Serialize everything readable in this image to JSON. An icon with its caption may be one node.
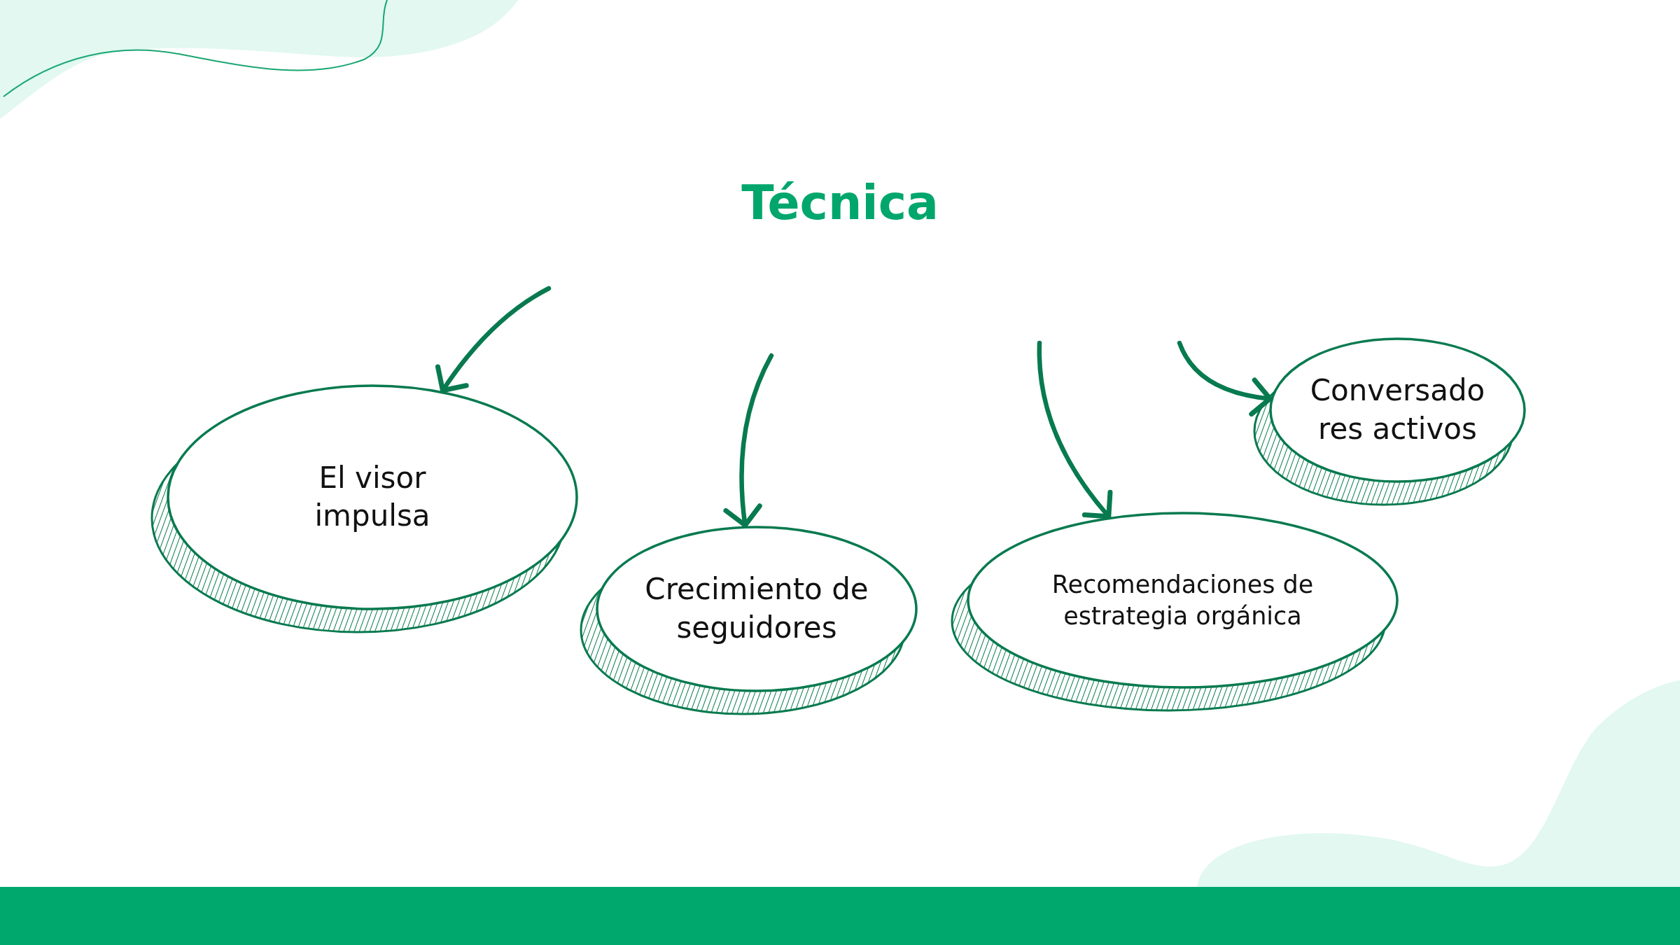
{
  "diagram": {
    "title": "Técnica",
    "nodes": [
      {
        "text": [
          "El visor impulsa"
        ]
      },
      {
        "text": [
          "Crecimiento de seguidores"
        ]
      },
      {
        "text": [
          "Recomendaciones de estrategia orgánica"
        ]
      },
      {
        "text": [
          "Conversado res activos"
        ]
      }
    ],
    "edges": [
      {
        "from": null,
        "to": 0,
        "arrow": "to"
      },
      {
        "from": null,
        "to": 1,
        "arrow": "to"
      },
      {
        "from": null,
        "to": 2,
        "arrow": "to"
      },
      {
        "from": null,
        "to": 3,
        "arrow": "to"
      }
    ]
  }
}
